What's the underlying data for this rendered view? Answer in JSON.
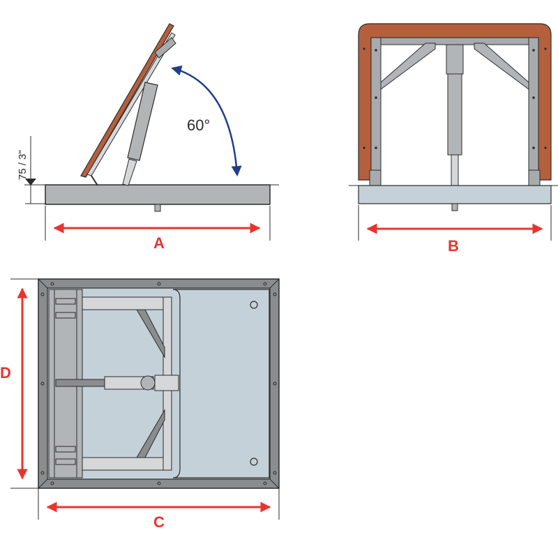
{
  "labels": {
    "side_view_width": "A",
    "front_view_width": "B",
    "plan_view_width": "C",
    "plan_view_depth": "D"
  },
  "opening_angle": "60°",
  "curb_height": "75 / 3\"",
  "colors": {
    "dimension_red": "#e8342f",
    "angle_blue": "#1f3f8a",
    "lid_brown": "#b5603c",
    "frame_gray": "#8a8d90",
    "panel_light": "#c5d1d8",
    "base_gray": "#b2b5b7",
    "line_dark": "#2b2b2b"
  }
}
